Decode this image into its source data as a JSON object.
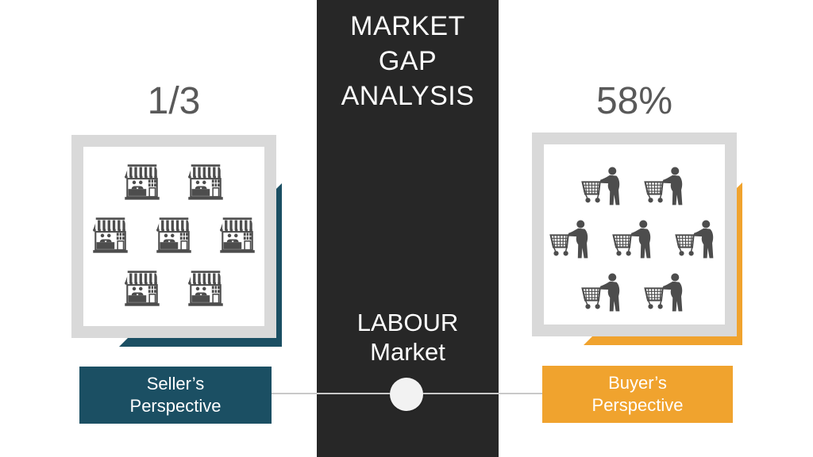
{
  "center": {
    "title_line1": "MARKET",
    "title_line2": "GAP",
    "title_line3": "ANALYSIS",
    "subtitle_line1": "LABOUR",
    "subtitle_line2": "Market"
  },
  "seller": {
    "stat": "1/3",
    "label_line1": "Seller’s",
    "label_line2": "Perspective",
    "icon_name": "market-stall-icon",
    "icon_count": 7
  },
  "buyer": {
    "stat": "58%",
    "label_line1": "Buyer’s",
    "label_line2": "Perspective",
    "icon_name": "shopper-cart-icon",
    "icon_count": 7
  },
  "colors": {
    "seller_accent": "#1b4f63",
    "buyer_accent": "#f0a32e",
    "column_bg": "#272727",
    "frame_gray": "#d9d9d9",
    "icon_gray": "#4d4d4d",
    "stat_gray": "#595959",
    "connector_gray": "#c9c9c9",
    "node_white": "#f2f2f2"
  }
}
